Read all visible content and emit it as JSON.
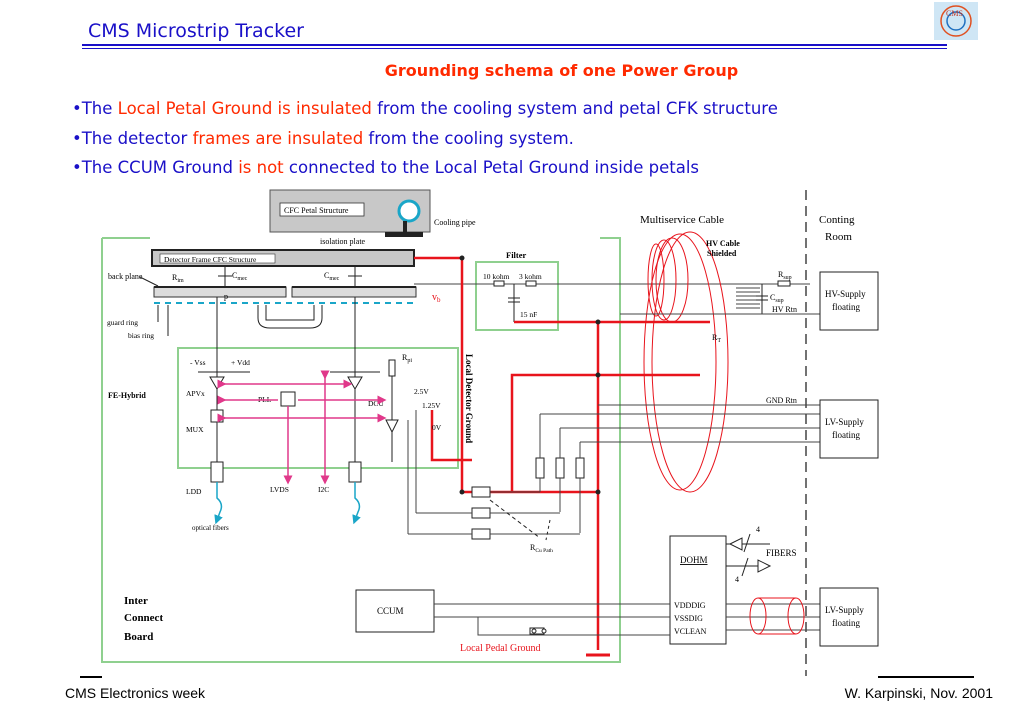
{
  "header": {
    "title": "CMS Microstrip Tracker",
    "logo_text": "CMS"
  },
  "subtitle": "Grounding schema of one Power Group",
  "bullets": [
    {
      "parts": [
        {
          "t": "•The ",
          "c": "blue"
        },
        {
          "t": "Local Petal Ground is insulated",
          "c": "red"
        },
        {
          "t": " from the cooling system and   petal CFK structure",
          "c": "blue"
        }
      ]
    },
    {
      "parts": [
        {
          "t": "•The detector ",
          "c": "blue"
        },
        {
          "t": "frames are insulated",
          "c": "red"
        },
        {
          "t": " from the cooling system.",
          "c": "blue"
        }
      ]
    },
    {
      "parts": [
        {
          "t": "•The CCUM Ground ",
          "c": "blue"
        },
        {
          "t": "is not ",
          "c": "red"
        },
        {
          "t": " connected to the  Local Petal Ground inside petals",
          "c": "blue"
        }
      ]
    }
  ],
  "diagram": {
    "cfc_petal_structure": "CFC Petal Structure",
    "cooling_pipe": "Cooling pipe",
    "isolation_plate": "isolation plate",
    "detector_frame": "Detector Frame CFC Structure",
    "back_plane": "back plane",
    "r_im": "R",
    "r_im_sub": "im",
    "c_mec": "C",
    "c_mec_sub": "mec",
    "p_label": "p",
    "guard_ring": "guard ring",
    "bias_ring": "bias ring",
    "vb": "v",
    "vb_sub": "b",
    "filter_title": "Filter",
    "filter_r1": "10 kohm",
    "filter_r2": "3 kohm",
    "filter_c": "15 nF",
    "multiservice_cable": "Multiservice Cable",
    "hv_cable_shielded_1": "HV Cable",
    "hv_cable_shielded_2": "Shielded",
    "counting_room_1": "Conting",
    "counting_room_2": "Room",
    "r_sup": "R",
    "r_sup_sub": "sup",
    "c_sup": "C",
    "c_sup_sub": "sup",
    "hv_rtn": "HV Rtn",
    "r_t": "R",
    "r_t_sub": "T",
    "hv_supply_1": "HV-Supply",
    "hv_supply_2": "floating",
    "minus_vss": "- Vss",
    "plus_vdd": "+ Vdd",
    "r_pi": "R",
    "r_pi_sub": "pi",
    "fe_hybrid": "FE-Hybrid",
    "apvx": "APVx",
    "pll": "PLL",
    "dcu": "DCU",
    "mux": "MUX",
    "ldd": "LDD",
    "lvds": "LVDS",
    "i2c": "I2C",
    "optical_fibers": "optical fibers",
    "v25": "2.5V",
    "v125": "1.25V",
    "v0": "0V",
    "local_detector_ground": "Local Detector Ground",
    "gnd_rtn": "GND Rtn",
    "lv_supply_1": "LV-Supply",
    "lv_supply_2": "floating",
    "r_cu_path": "R",
    "r_cu_path_sub": "Cu Path",
    "fibers": "FIBERS",
    "fiber_count_a": "4",
    "fiber_count_b": "4",
    "dohm": "DOHM",
    "inter_connect_1": "Inter",
    "inter_connect_2": "Connect",
    "inter_connect_3": "Board",
    "ccum": "CCUM",
    "vdddig": "VDDDIG",
    "vssdig": "VSSDIG",
    "vclean": "VCLEAN",
    "lv_supply2_1": "LV-Supply",
    "lv_supply2_2": "floating",
    "local_pedal_ground": "Local Pedal Ground"
  },
  "footer": {
    "left": "CMS Electronics week",
    "right": "W. Karpinski, Nov. 2001"
  },
  "colors": {
    "blue": "#1a10c8",
    "red": "#ff2a00",
    "wire_red": "#e8141c",
    "green": "#8fd08f",
    "magenta": "#e0388a",
    "cyan": "#1aa6c8"
  }
}
